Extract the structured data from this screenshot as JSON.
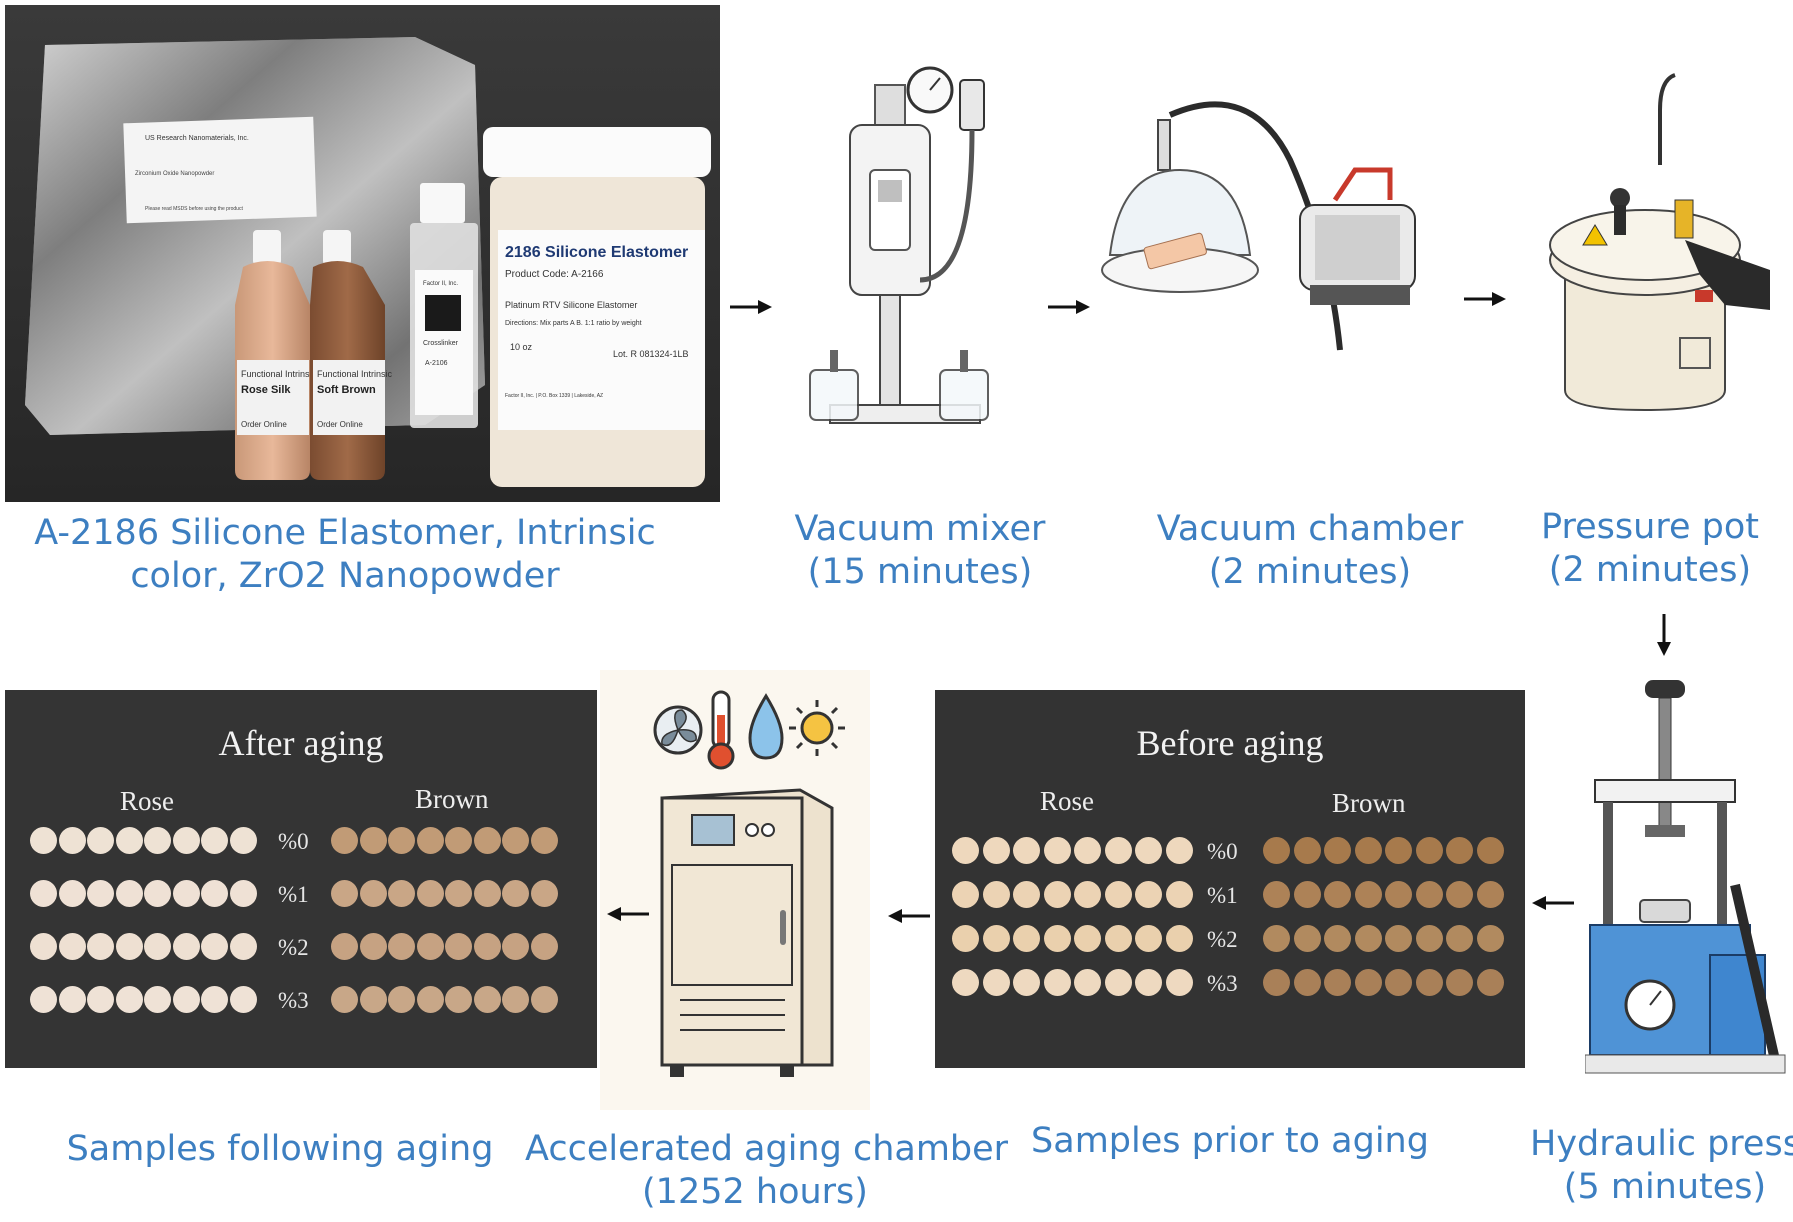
{
  "steps": {
    "materials": {
      "caption": [
        "A-2186 Silicone Elastomer, Intrinsic",
        "color, ZrO2 Nanopowder"
      ],
      "bag_label": [
        "US Research Nanomaterials, Inc.",
        "Zirconium Oxide Nanopowder",
        "Please read MSDS before using the product"
      ],
      "bottle_rose": [
        "Functional Intrinsic",
        "Rose Silk",
        "Order Online"
      ],
      "bottle_brown": [
        "Functional Intrinsic",
        "Soft Brown",
        "Order Online"
      ],
      "crosslinker": [
        "Factor II, Inc.",
        "Crosslinker",
        "A-2106"
      ],
      "jar": [
        "2186 Silicone Elastomer",
        "Product Code: A-2166",
        "Platinum RTV Silicone Elastomer",
        "Directions: Mix parts A B. 1:1 ratio by weight",
        "10 oz",
        "Lot. R 081324-1LB",
        "Factor II, Inc. | P.O. Box 1339 | Lakeside, AZ"
      ]
    },
    "vacuum_mixer": {
      "caption": [
        "Vacuum mixer",
        "(15 minutes)"
      ]
    },
    "vacuum_chamber": {
      "caption": [
        "Vacuum chamber",
        "(2 minutes)"
      ]
    },
    "pressure_pot": {
      "caption": [
        "Pressure pot",
        "(2 minutes)"
      ]
    },
    "hydraulic_press": {
      "caption": [
        "Hydraulic press",
        "(5 minutes)"
      ]
    },
    "before_aging": {
      "caption": [
        "Samples prior to aging"
      ],
      "title": "Before aging",
      "group_left": "Rose",
      "group_right": "Brown",
      "rows": [
        "%0",
        "%1",
        "%2",
        "%3"
      ],
      "discs_per_group": 8,
      "rose_colors": [
        "#eed8bd",
        "#ecd3b4",
        "#ead0ad",
        "#eed9c0"
      ],
      "brown_colors": [
        "#a77a4c",
        "#ad8257",
        "#b18a5f",
        "#a98058"
      ]
    },
    "aging_chamber": {
      "caption": [
        "Accelerated aging chamber",
        "(1252 hours)"
      ]
    },
    "after_aging": {
      "caption": [
        "Samples following aging"
      ],
      "title": "After aging",
      "group_left": "Rose",
      "group_right": "Brown",
      "rows": [
        "%0",
        "%1",
        "%2",
        "%3"
      ],
      "discs_per_group": 8,
      "rose_colors": [
        "#eee2d4",
        "#efe1d5",
        "#eee0d2",
        "#efe2d6"
      ],
      "brown_colors": [
        "#c19b76",
        "#c9a686",
        "#c6a282",
        "#c8a788"
      ]
    }
  },
  "icons": [
    "fan-icon",
    "thermometer-icon",
    "water-drop-icon",
    "sun-icon"
  ]
}
